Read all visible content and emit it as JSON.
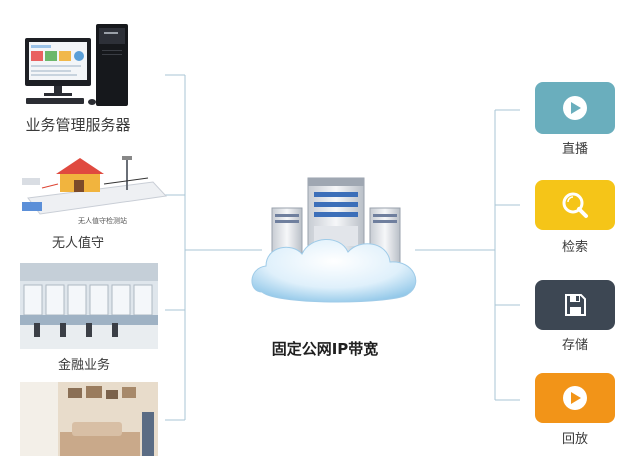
{
  "left": {
    "items": [
      {
        "label": "业务管理服务器"
      },
      {
        "label": "无人值守",
        "image_text": "无人值守检测站"
      },
      {
        "label": "金融业务"
      },
      {
        "label": ""
      }
    ]
  },
  "center": {
    "label": "固定公网IP带宽"
  },
  "right": {
    "items": [
      {
        "label": "直播",
        "icon": "play-icon",
        "color": "#6aaebd"
      },
      {
        "label": "检索",
        "icon": "search-icon",
        "color": "#f5c518"
      },
      {
        "label": "存储",
        "icon": "save-icon",
        "color": "#3d4753"
      },
      {
        "label": "回放",
        "icon": "play-icon",
        "color": "#f29418"
      }
    ]
  },
  "colors": {
    "line": "#a9c6d6"
  }
}
